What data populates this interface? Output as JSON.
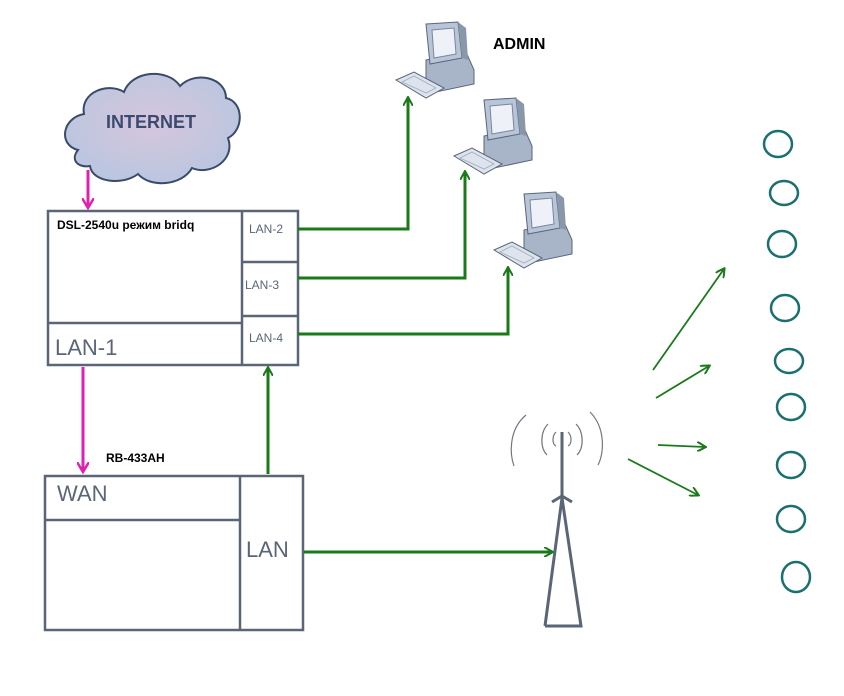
{
  "internet": {
    "label": "INTERNET"
  },
  "dsl_modem": {
    "title": "DSL-2540u режим bridq",
    "wan_port": "LAN-1",
    "ports": [
      "LAN-2",
      "LAN-3",
      "LAN-4"
    ]
  },
  "router": {
    "title": "RB-433AH",
    "wan_port": "WAN",
    "lan_port": "LAN"
  },
  "computers": [
    {
      "label": "ADMIN",
      "connected_port": "LAN-2"
    },
    {
      "label": "",
      "connected_port": "LAN-3"
    },
    {
      "label": "",
      "connected_port": "LAN-4"
    }
  ],
  "wireless": {
    "access_point": "antenna-tower",
    "client_count": 9
  },
  "colors": {
    "internet_link": "#e020b0",
    "lan_link": "#1a7a1a",
    "box_stroke": "#5a6678",
    "wireless_client": "#1a7070"
  }
}
